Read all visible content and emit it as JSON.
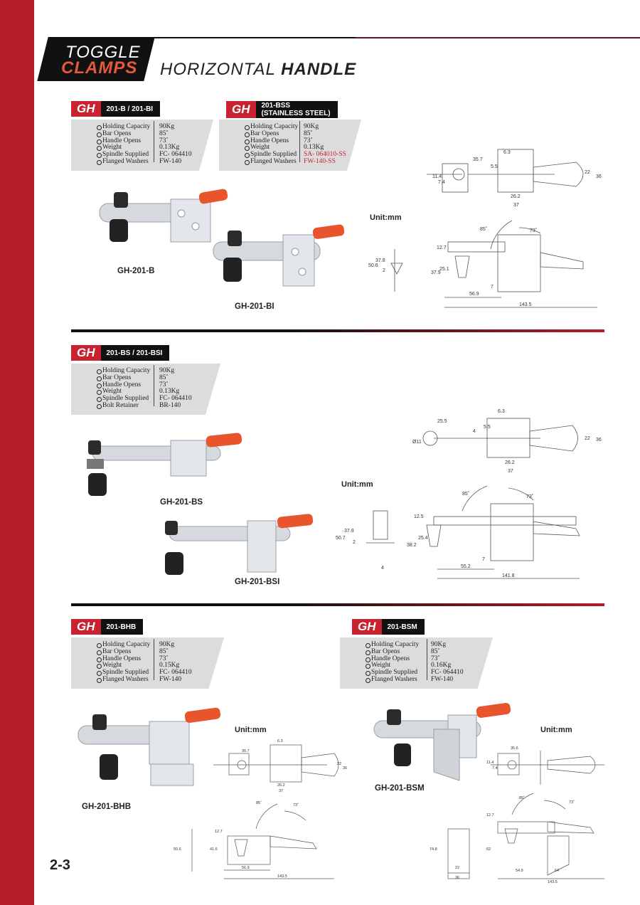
{
  "header": {
    "brand_line1": "TOGGLE",
    "brand_line2": "CLAMPS",
    "title_regular": "HORIZONTAL ",
    "title_bold": "HANDLE"
  },
  "page_number": "2-3",
  "colors": {
    "brand_red": "#b51c2a",
    "tab_red": "#c8212f",
    "handle_orange": "#e8542b",
    "spec_bg": "#dcdcdc"
  },
  "spec_labels": [
    "Holding Capacity",
    "Bar Opens",
    "Handle Opens",
    "Weight",
    "Spindle Supplied",
    "Flanged Washers"
  ],
  "spec_labels_bs": [
    "Holding Capacity",
    "Bar Opens",
    "Handle Opens",
    "Weight",
    "Spindle Supplied",
    "Bolt Retainer"
  ],
  "sections": {
    "b": {
      "tab_prefix": "GH",
      "tab_code": "201-B / 201-BI",
      "values": [
        "90Kg",
        "85˚",
        "73˚",
        "0.13Kg",
        "FC- 064410",
        "FW-140"
      ],
      "captions": [
        "GH-201-B",
        "GH-201-BI"
      ],
      "unit": "Unit:mm",
      "dims": [
        "35.7",
        "6.3",
        "5.5",
        "22",
        "36",
        "11.4",
        "7.4",
        "26.2",
        "37",
        "85˚",
        "73˚",
        "50.6",
        "37.8",
        "2",
        "12.7",
        "37.9",
        "25.1",
        "7",
        "56.9",
        "143.5"
      ]
    },
    "bss": {
      "tab_prefix": "GH",
      "tab_code_line1": "201-BSS",
      "tab_code_line2": "(STAINLESS STEEL)",
      "values": [
        "90Kg",
        "85˚",
        "73˚",
        "0.13Kg",
        "SA- 064010-SS",
        "FW-140-SS"
      ]
    },
    "bs": {
      "tab_prefix": "GH",
      "tab_code": "201-BS / 201-BSI",
      "values": [
        "90Kg",
        "85˚",
        "73˚",
        "0.13Kg",
        "FC- 064410",
        "BR-140"
      ],
      "captions": [
        "GH-201-BS",
        "GH-201-BSI"
      ],
      "unit": "Unit:mm",
      "dims": [
        "25.5",
        "6.3",
        "5.5",
        "4",
        "22",
        "36",
        "Ø11",
        "26.2",
        "37",
        "85˚",
        "73˚",
        "50.7",
        "37.9",
        "2",
        "4",
        "12.5",
        "25.4",
        "38.2",
        "7",
        "55.2",
        "141.8"
      ]
    },
    "bhb": {
      "tab_prefix": "GH",
      "tab_code": "201-BHB",
      "values": [
        "90Kg",
        "85˚",
        "73˚",
        "0.15Kg",
        "FC- 064410",
        "FW-140"
      ],
      "captions": [
        "GH-201-BHB"
      ],
      "unit": "Unit:mm",
      "dims": [
        "35.7",
        "6.3",
        "22",
        "36",
        "26.2",
        "37",
        "85˚",
        "73˚",
        "56.9",
        "143.5",
        "41.6",
        "12.7",
        "50.6"
      ]
    },
    "bsm": {
      "tab_prefix": "GH",
      "tab_code": "201-BSM",
      "values": [
        "90Kg",
        "85˚",
        "73˚",
        "0.16Kg",
        "FC- 064410",
        "FW-140"
      ],
      "captions": [
        "GH-201-BSM"
      ],
      "unit": "Unit:mm",
      "dims": [
        "35.6",
        "11.4",
        "7.4",
        "85˚",
        "73˚",
        "74.8",
        "62",
        "22",
        "36",
        "54.9",
        "64",
        "143.5",
        "12.7"
      ]
    }
  }
}
